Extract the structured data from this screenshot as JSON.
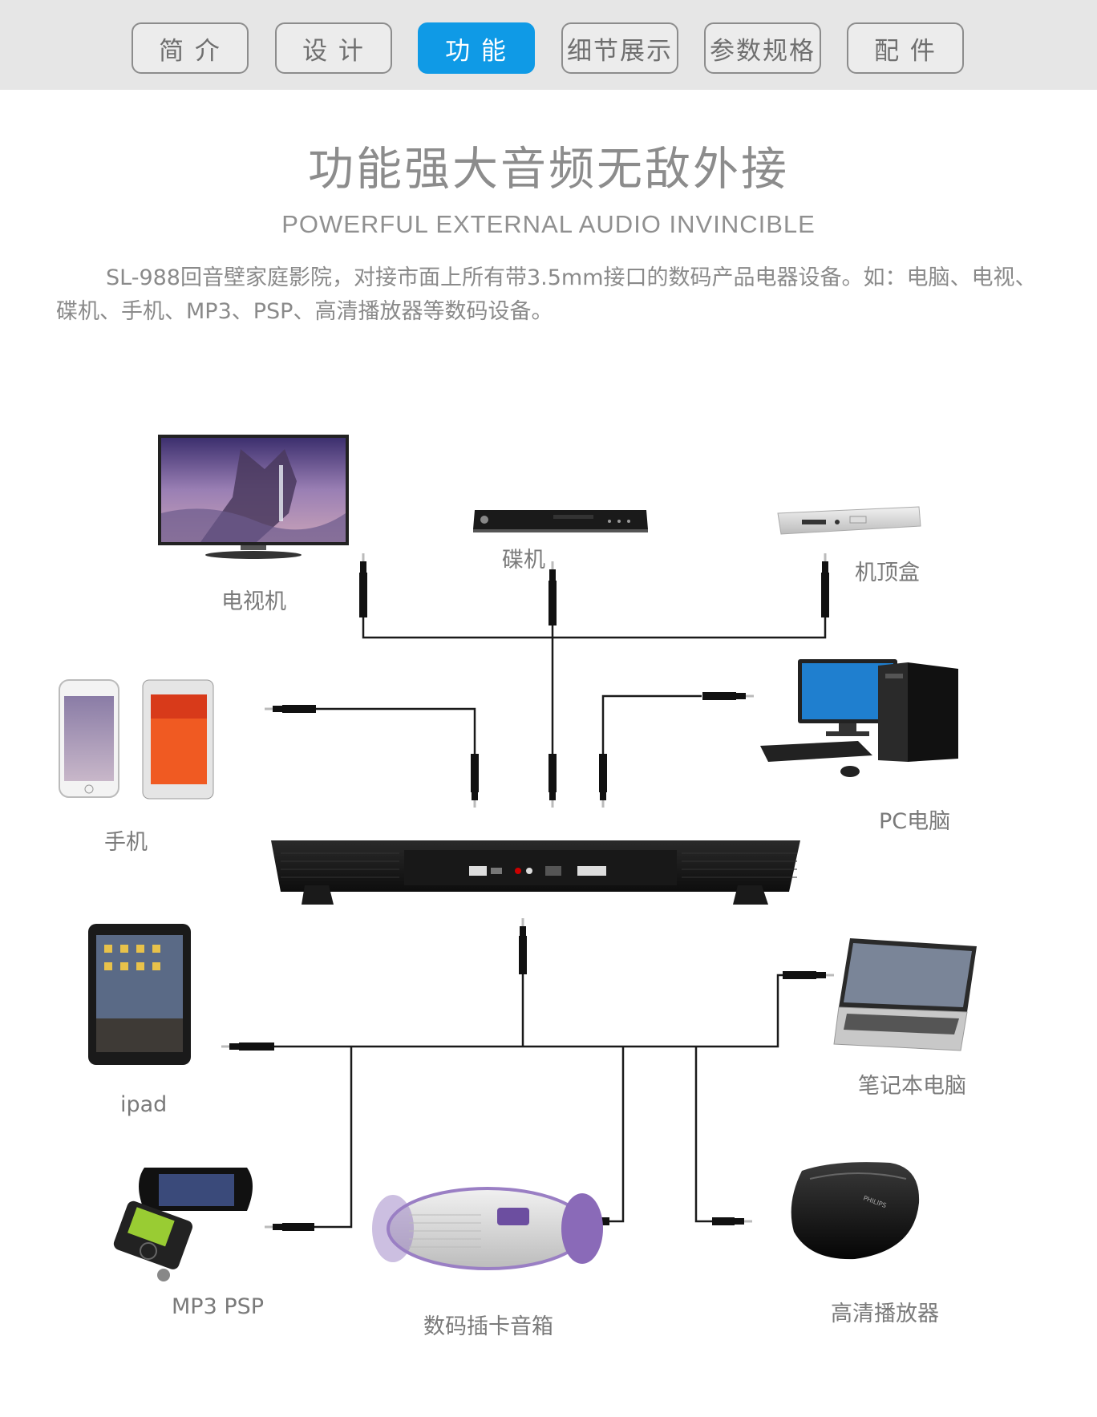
{
  "nav": {
    "tabs": [
      {
        "label": "简 介",
        "active": false
      },
      {
        "label": "设 计",
        "active": false
      },
      {
        "label": "功 能",
        "active": true
      },
      {
        "label": "细节展示",
        "active": false
      },
      {
        "label": "参数规格",
        "active": false
      },
      {
        "label": "配 件",
        "active": false
      }
    ],
    "active_color": "#0f9ae6"
  },
  "heading": {
    "title": "功能强大音频无敌外接",
    "subtitle": "POWERFUL EXTERNAL AUDIO INVINCIBLE",
    "description": "SL-988回音壁家庭影院，对接市面上所有带3.5mm接口的数码产品电器设备。如：电脑、电视、碟机、手机、MP3、PSP、高清播放器等数码设备。"
  },
  "devices": {
    "tv": "电视机",
    "dvd": "碟机",
    "settop": "机顶盒",
    "phone": "手机",
    "pc": "PC电脑",
    "ipad": "ipad",
    "laptop": "笔记本电脑",
    "mp3psp": "MP3 PSP",
    "speaker": "数码插卡音箱",
    "hdplayer": "高清播放器",
    "pc_brand": "",
    "hd_brand": "PHILIPS"
  }
}
